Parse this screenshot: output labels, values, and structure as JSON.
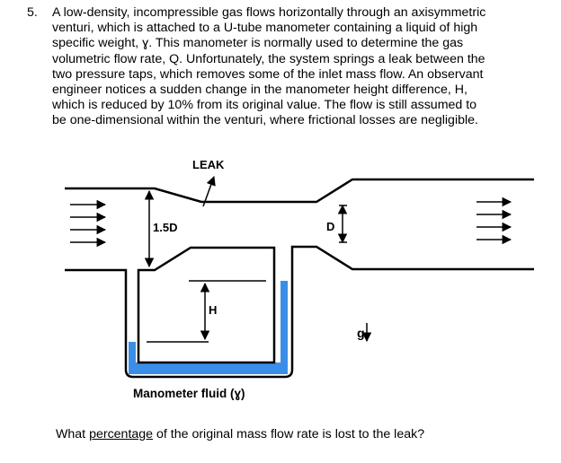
{
  "problem": {
    "number": "5.",
    "lines": [
      "A low-density, incompressible gas flows horizontally through an axisymmetric",
      "venturi, which is attached to a U-tube manometer containing a liquid of high",
      "specific weight, ɣ.  This manometer is normally used to determine the gas",
      "volumetric flow rate, Q.  Unfortunately, the system springs a leak between the",
      "two pressure taps, which removes some of the inlet mass flow.  An observant",
      "engineer notices a sudden change in the manometer height difference, H,",
      "which is reduced by 10% from its original value.  The flow is still assumed to",
      "be one-dimensional within the venturi, where frictional losses are negligible."
    ]
  },
  "diagram": {
    "leak_label": "LEAK",
    "inlet_diameter_label": "1.5D",
    "throat_diameter_label": "D",
    "height_label": "H",
    "gravity_label": "g",
    "manometer_label": "Manometer fluid (ɣ)",
    "fluid_color": "#3b8ee8"
  },
  "question": {
    "prefix": "What ",
    "underlined": "percentage",
    "suffix": " of the original mass flow rate is lost to the leak?"
  }
}
